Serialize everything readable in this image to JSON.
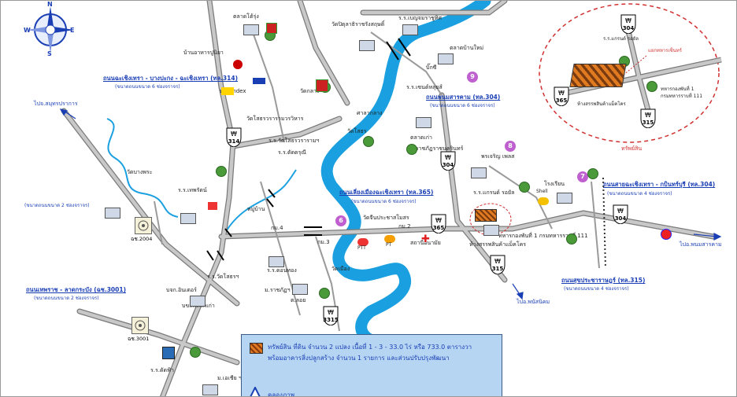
{
  "compass": {
    "n": "N",
    "e": "E",
    "s": "S",
    "w": "W"
  },
  "road_names": [
    {
      "label": "ถนนฉะเชิงเทรา - บางปะกง - ฉะเชิงเทรา (ทล.314)",
      "sub": "(ขนาดถนนขนาด 6 ช่องจราจร)"
    },
    {
      "label": "ถนนพนมสารคาม (ทล.304)",
      "sub": "(ขนาดถนนขนาด 6 ช่องจราจร)"
    },
    {
      "label": "ถนนเลี่ยงเมืองฉะเชิงเทรา (ทล.365)",
      "sub": "(ขนาดถนนขนาด 6 ช่องจราจร)"
    },
    {
      "label": "ถนนสายฉะเชิงเทรา - กบินทร์บุรี (ทล.304)",
      "sub": "(ขนาดถนนขนาด 4 ช่องจราจร)"
    },
    {
      "label": "ถนนสุขประชาราษฎร์ (ทล.315)",
      "sub": "(ขนาดถนนขนาด 4 ช่องจราจร)"
    },
    {
      "label": "ถนนเทพราช - ลาดกระบัง (ฉช.3001)",
      "sub": "(ขนาดถนนขนาด 2 ช่องจราจร)"
    }
  ],
  "directions": {
    "samut_prakan": "ไปจ.สมุทรปราการ",
    "phanom_sarakham": "ไปอ.พนมสารคาม",
    "phanat_nikhom": "ไปอ.พนัสนิคม",
    "side_road_sub": "(ขนาดถนนขนาด 2 ช่องจราจร)"
  },
  "highway_shields": [
    "314",
    "304",
    "365",
    "315",
    "3315",
    "304",
    "365",
    "315",
    "304"
  ],
  "numbered_markers": [
    "9",
    "8",
    "7",
    "6"
  ],
  "post_markers": [
    "ฉช.2004",
    "ฉช.3001"
  ],
  "places": [
    "ตลาดโต้รุ่ง",
    "วัดปิตุลาธิราชรังสฤษดิ์",
    "ร.ร.เบญจมราชูทิศ",
    "ตลาดบ้านใหม่",
    "บ้านอาหารปูนิยา",
    "วัดโสธรวรารามวรวิหาร",
    "ร.ร.วัดโสธรวรารามฯ",
    "ศาลากลาง",
    "ร.ร.เซนต์หลุยส์",
    "ร.ร.ดัดดรุณี",
    "ห้าง Index",
    "บิ๊กซี",
    "ม.ราชภัฏราชนครินทร์",
    "พรเจริญ เพลส",
    "โรงเรียน",
    "ร.ร.แกรนด์ รอยัล",
    "ทหารกองพันที่ 1 กรมทหารราบที่ 111",
    "ห้างสรรพสินค้าแม็คโคร",
    "กม.4",
    "กม.3",
    "กม.2",
    "ร.ร.เทพรัตน์",
    "วัดบางพระ",
    "วัดจีนประชาสโมสร",
    "หมู่บ้าน",
    "สถานีอนามัย",
    "วัดโสธร",
    "ตลาดเก่า",
    "ร.ร.วัดโสธรฯ",
    "ม.ราชภัฏฯ",
    "วัดเมือง",
    "ร.ร.ดอนทอง",
    "บขส.เหล็กเก่า",
    "ร.ร.ดัดฟ้า",
    "ม.เอเชีย ฯ",
    "ต.ลอย",
    "บจก.อินเตอร์",
    "วัดกลาง"
  ],
  "fuel_labels": [
    "Shell",
    "PT",
    "PTT"
  ],
  "inset": {
    "shield_top": "304",
    "shield_left": "365",
    "shield_bottom": "315",
    "labels": [
      "ร.ร.แกรนด์ รอยัล",
      "แยกทหารเซ็นทร์",
      "ทหารกองพันที่ 1",
      "กรมทหารราบที่ 111",
      "ห้างสรรพสินค้าแม็คโคร"
    ],
    "subject_label": "ทรัพย์สิน"
  },
  "legend": {
    "line1": "ทรัพย์สิน ที่ดิน จำนวน 2 แปลง เนื้อที่ 1 - 3 - 33.0 ไร่ หรือ 733.0 ตารางวา",
    "line2": "พร้อมอาคารสิ่งปลูกสร้าง จำนวน 1 รายการ และส่วนปรับปรุงพัฒนา",
    "line3": "คลองภาพ"
  },
  "colors": {
    "river": "#1aa0e0",
    "road": "#b5b5b5",
    "road_edge": "#7a7a7a",
    "road_label": "#1a3fb5",
    "subject": "#e07a20",
    "inset_border": "#d03030",
    "legend_bg": "#b6d5f3"
  }
}
